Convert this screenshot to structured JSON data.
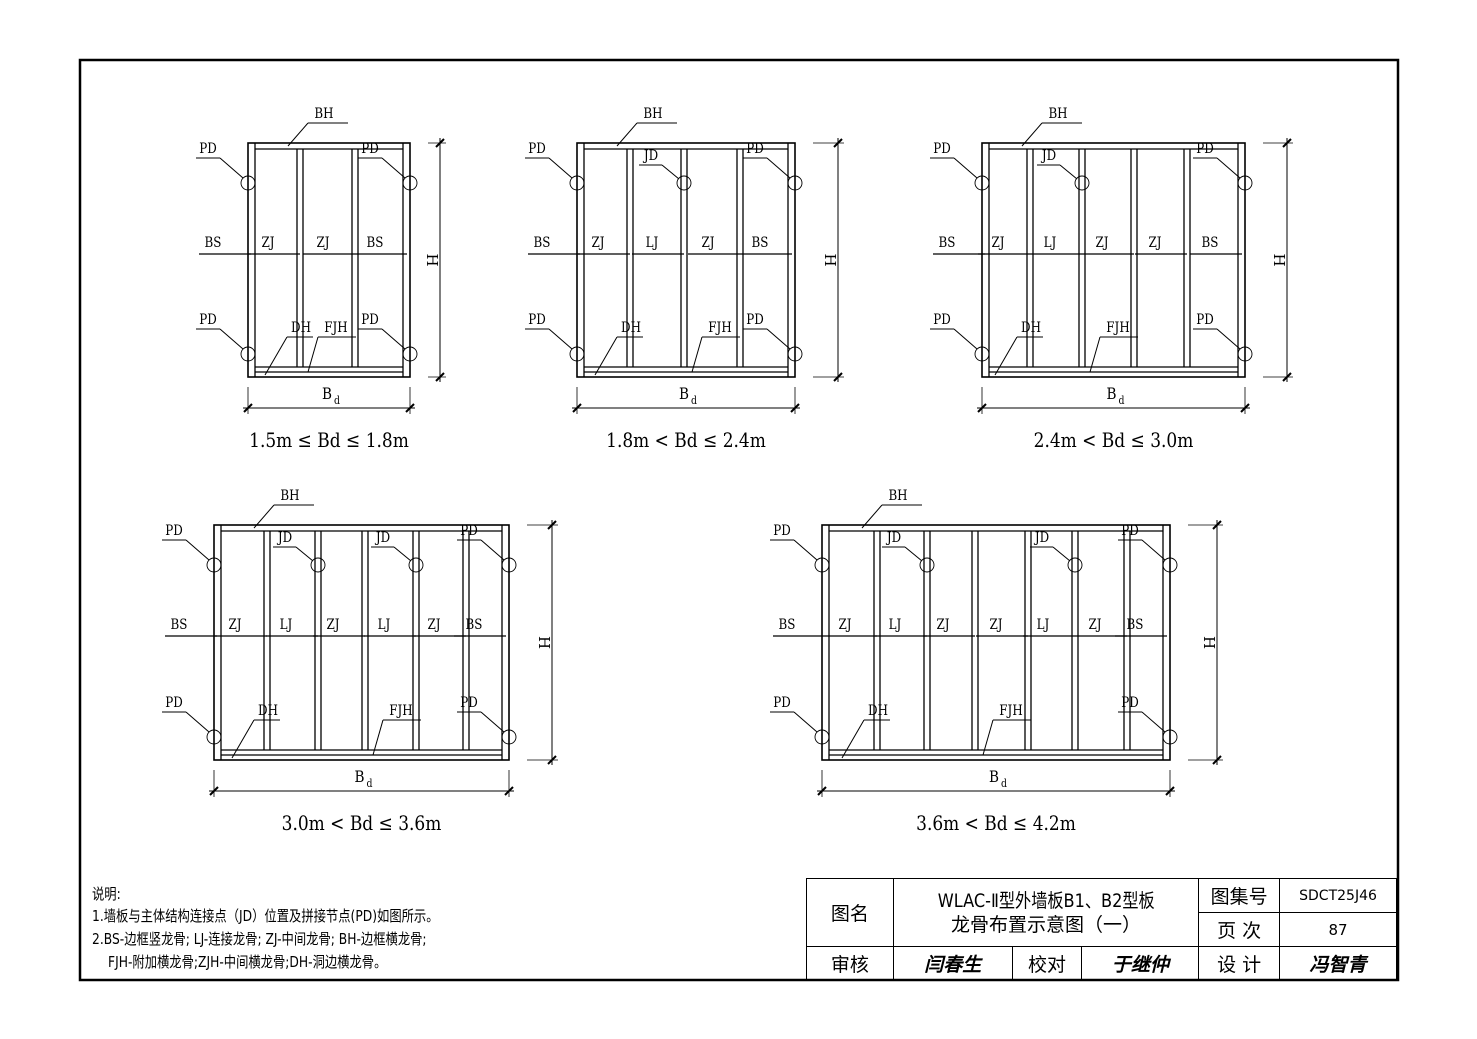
{
  "panels": [
    {
      "labels": [
        "BS",
        "ZJ",
        "ZJ",
        "BS"
      ],
      "caption": "1.5m ≤ Bd ≤ 1.8m"
    },
    {
      "labels": [
        "BS",
        "ZJ",
        "LJ",
        "ZJ",
        "BS"
      ],
      "caption": "1.8m < Bd ≤ 2.4m"
    },
    {
      "labels": [
        "BS",
        "ZJ",
        "LJ",
        "ZJ",
        "ZJ",
        "BS"
      ],
      "caption": "2.4m < Bd ≤ 3.0m"
    },
    {
      "labels": [
        "BS",
        "ZJ",
        "LJ",
        "ZJ",
        "LJ",
        "ZJ",
        "BS"
      ],
      "caption": "3.0m < Bd ≤ 3.6m"
    },
    {
      "labels": [
        "BS",
        "ZJ",
        "LJ",
        "ZJ",
        "ZJ",
        "LJ",
        "ZJ",
        "BS"
      ],
      "caption": "3.6m < Bd ≤ 4.2m"
    }
  ],
  "callouts": {
    "top_rail": "BH",
    "splice_node": "PD",
    "connection_node": "JD",
    "opening_rail": "DH",
    "additional_rail": "FJH"
  },
  "dimensions": {
    "height": "H",
    "width": "B",
    "width_sub": "d"
  },
  "notes": {
    "heading": "说明:",
    "line1": "1.墙板与主体结构连接点（JD）位置及拼接节点(PD)如图所示。",
    "line2": "2.BS-边框竖龙骨; LJ-连接龙骨; ZJ-中间龙骨; BH-边框横龙骨;",
    "line3": "FJH-附加横龙骨;ZJH-中间横龙骨;DH-洞边横龙骨。"
  },
  "title_block": {
    "drawing_name_label": "图名",
    "drawing_name_1": "WLAC-Ⅱ型外墙板B1、B2型板",
    "drawing_name_2": "龙骨布置示意图（一）",
    "atlas_no_label": "图集号",
    "atlas_no": "SDCT25J46",
    "page_label": "页 次",
    "page": "87",
    "review_label": "审核",
    "review_sig": "闫春生",
    "check_label": "校对",
    "check_sig": "于继仲",
    "design_label": "设 计",
    "design_sig": "冯智青"
  }
}
